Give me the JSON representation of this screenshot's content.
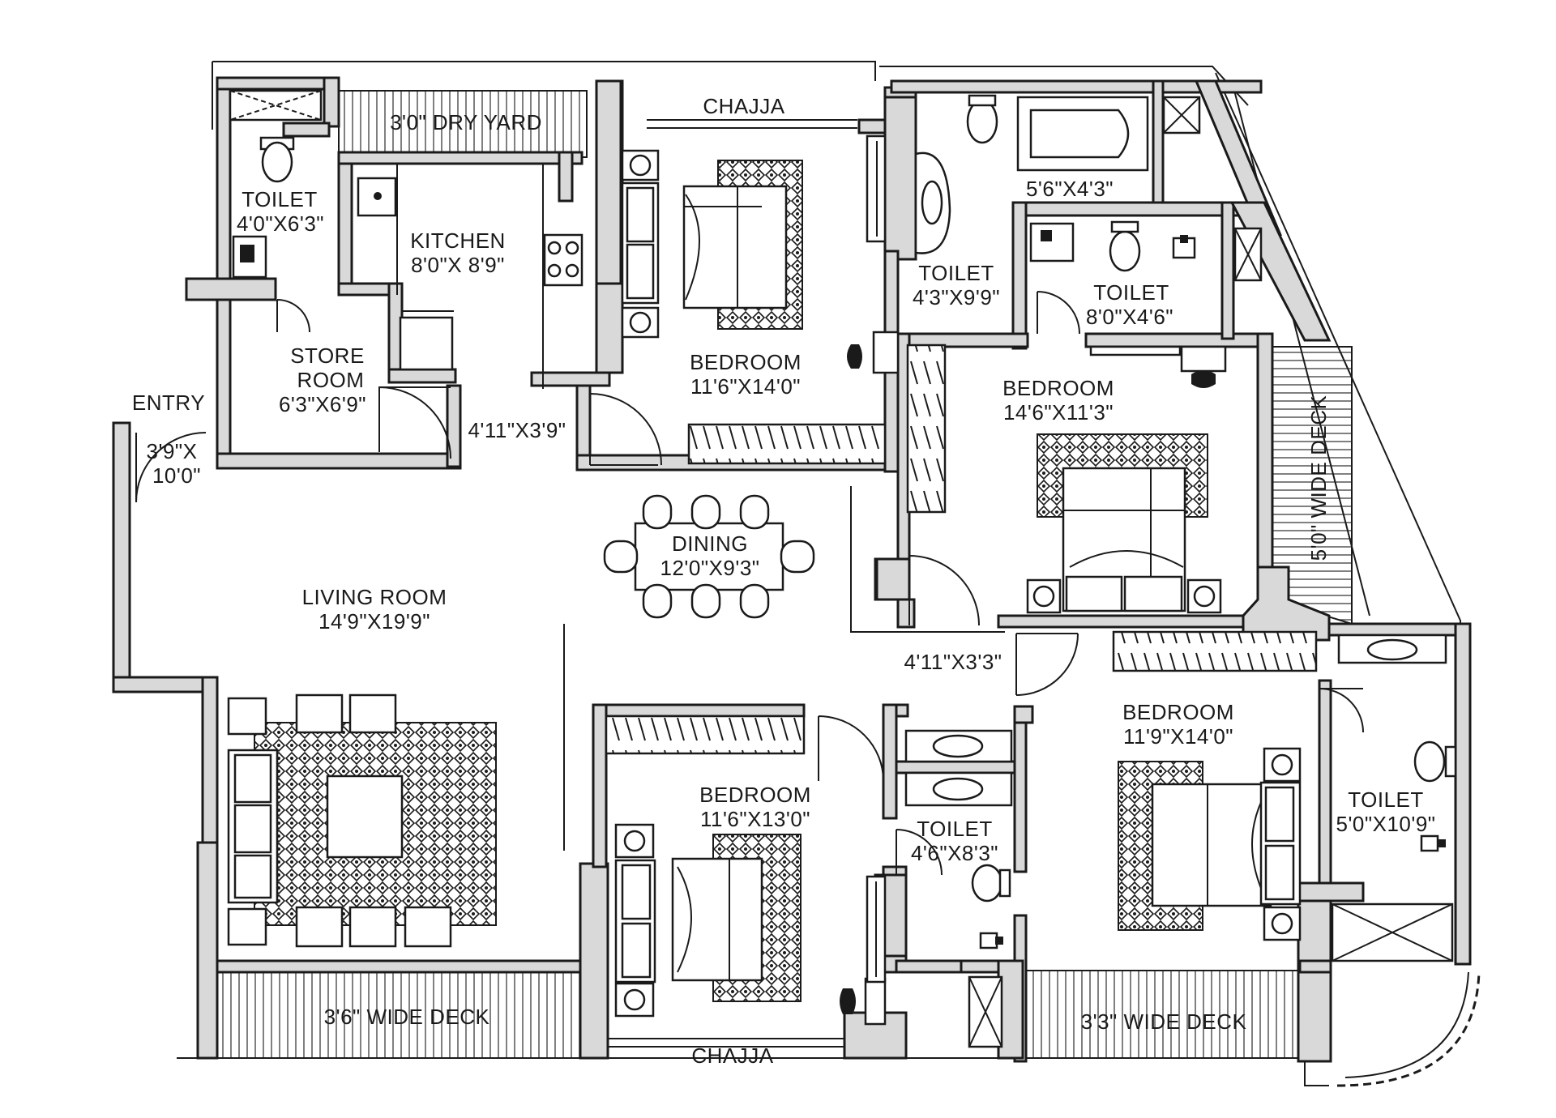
{
  "rooms": {
    "toilet_small": {
      "name": "TOILET",
      "size": "4'0\"X6'3\""
    },
    "dry_yard": {
      "name": "3'0\" DRY YARD"
    },
    "kitchen": {
      "name": "KITCHEN",
      "size": "8'0\"X 8'9\""
    },
    "store_room": {
      "name_line1": "STORE",
      "name_line2": "ROOM",
      "size": "6'3\"X6'9\""
    },
    "entry": {
      "name": "ENTRY",
      "size_line1": "3'9\"X",
      "size_line2": "10'0\""
    },
    "passage_top": {
      "size": "4'11\"X3'9\""
    },
    "chajja_top": {
      "name": "CHAJJA"
    },
    "bedroom_1": {
      "name": "BEDROOM",
      "size": "11'6\"X14'0\""
    },
    "toilet_2": {
      "name": "TOILET",
      "size": "4'3\"X9'9\""
    },
    "bath_area": {
      "size": "5'6\"X4'3\""
    },
    "toilet_3": {
      "name": "TOILET",
      "size": "8'0\"X4'6\""
    },
    "bedroom_2": {
      "name": "BEDROOM",
      "size": "14'6\"X11'3\""
    },
    "wide_deck_right": {
      "name": "5'0\" WIDE DECK"
    },
    "dining": {
      "name": "DINING",
      "size": "12'0\"X9'3\""
    },
    "living_room": {
      "name": "LIVING ROOM",
      "size": "14'9\"X19'9\""
    },
    "passage_mid": {
      "size": "4'11\"X3'3\""
    },
    "bedroom_3": {
      "name": "BEDROOM",
      "size": "11'9\"X14'0\""
    },
    "toilet_4": {
      "name": "TOILET",
      "size": "5'0\"X10'9\""
    },
    "bedroom_4": {
      "name": "BEDROOM",
      "size": "11'6\"X13'0\""
    },
    "toilet_5": {
      "name": "TOILET",
      "size": "4'6\"X8'3\""
    },
    "deck_left": {
      "name": "3'6\" WIDE DECK"
    },
    "chajja_bottom": {
      "name": "CHAJJA"
    },
    "deck_right": {
      "name": "3'3\" WIDE DECK"
    }
  },
  "icons": {
    "toilet": "wc-icon",
    "basin": "wash-basin-icon",
    "bed": "double-bed-icon",
    "sofa": "sofa-icon",
    "chair": "chair-icon",
    "tub": "bathtub-icon",
    "stove": "stove-icon",
    "sink": "kitchen-sink-icon",
    "door": "door-swing-icon"
  }
}
